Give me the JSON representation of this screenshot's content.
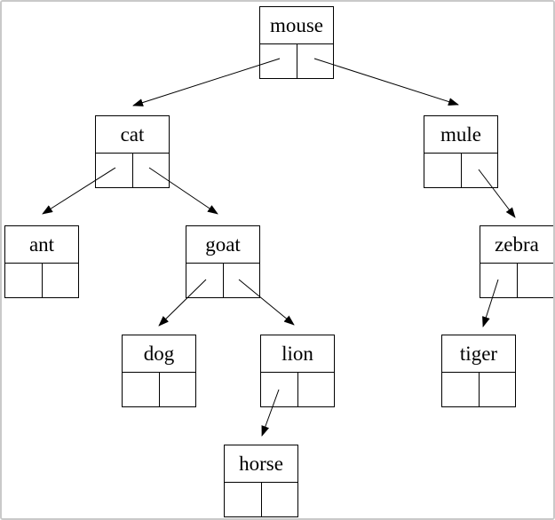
{
  "diagram": {
    "kind": "binary-search-tree",
    "colors": {
      "node_border": "#000000",
      "node_background": "#ffffff",
      "text": "#000000",
      "edge": "#000000",
      "frame_border": "#c9c9c9"
    },
    "tree": {
      "root": "mouse",
      "nodes": [
        {
          "id": "mouse",
          "label": "mouse",
          "left_child": "cat",
          "right_child": "mule"
        },
        {
          "id": "cat",
          "label": "cat",
          "left_child": "ant",
          "right_child": "goat"
        },
        {
          "id": "mule",
          "label": "mule",
          "left_child": null,
          "right_child": "zebra"
        },
        {
          "id": "ant",
          "label": "ant",
          "left_child": null,
          "right_child": null
        },
        {
          "id": "goat",
          "label": "goat",
          "left_child": "dog",
          "right_child": "lion"
        },
        {
          "id": "zebra",
          "label": "zebra",
          "left_child": "tiger",
          "right_child": null
        },
        {
          "id": "dog",
          "label": "dog",
          "left_child": null,
          "right_child": null
        },
        {
          "id": "lion",
          "label": "lion",
          "left_child": "horse",
          "right_child": null
        },
        {
          "id": "tiger",
          "label": "tiger",
          "left_child": null,
          "right_child": null
        },
        {
          "id": "horse",
          "label": "horse",
          "left_child": null,
          "right_child": null
        }
      ],
      "edges": [
        {
          "from": "mouse",
          "pointer": "left",
          "to": "cat"
        },
        {
          "from": "mouse",
          "pointer": "right",
          "to": "mule"
        },
        {
          "from": "cat",
          "pointer": "left",
          "to": "ant"
        },
        {
          "from": "cat",
          "pointer": "right",
          "to": "goat"
        },
        {
          "from": "mule",
          "pointer": "right",
          "to": "zebra"
        },
        {
          "from": "goat",
          "pointer": "left",
          "to": "dog"
        },
        {
          "from": "goat",
          "pointer": "right",
          "to": "lion"
        },
        {
          "from": "zebra",
          "pointer": "left",
          "to": "tiger"
        },
        {
          "from": "lion",
          "pointer": "left",
          "to": "horse"
        }
      ]
    }
  }
}
